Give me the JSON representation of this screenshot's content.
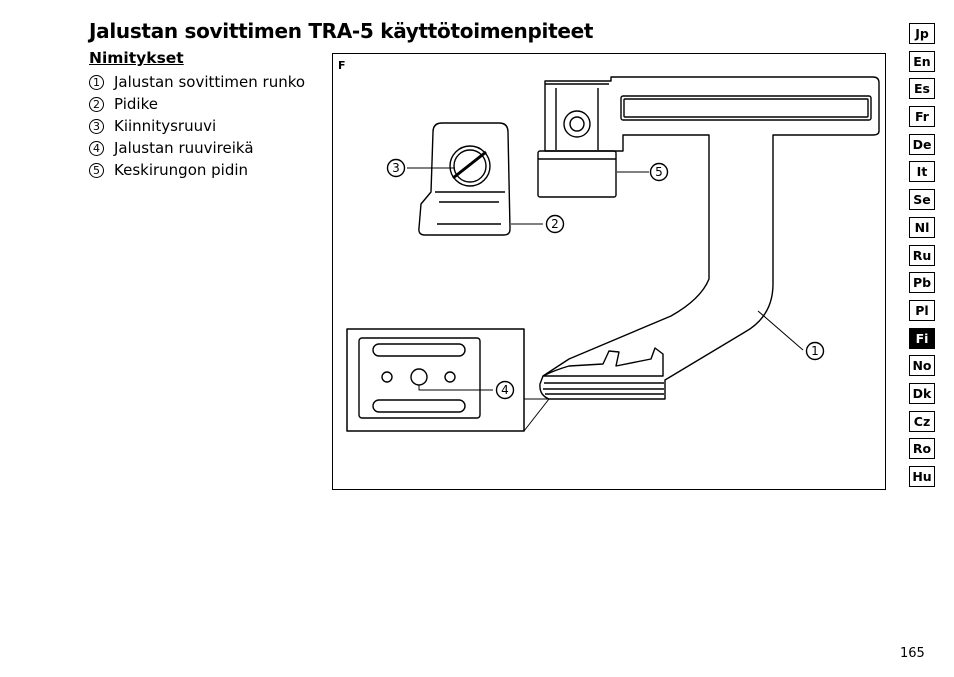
{
  "heading": "Jalustan sovittimen TRA-5 käyttötoimenpiteet",
  "section": "Nimitykset",
  "parts": [
    {
      "num": "1",
      "label": "Jalustan sovittimen runko"
    },
    {
      "num": "2",
      "label": "Pidike"
    },
    {
      "num": "3",
      "label": "Kiinnitysruuvi"
    },
    {
      "num": "4",
      "label": "Jalustan ruuvireikä"
    },
    {
      "num": "5",
      "label": "Keskirungon pidin"
    }
  ],
  "figure": {
    "label": "F",
    "callouts": [
      "1",
      "2",
      "3",
      "4",
      "5"
    ]
  },
  "languages": [
    "Jp",
    "En",
    "Es",
    "Fr",
    "De",
    "It",
    "Se",
    "Nl",
    "Ru",
    "Pb",
    "Pl",
    "Fi",
    "No",
    "Dk",
    "Cz",
    "Ro",
    "Hu"
  ],
  "active_language": "Fi",
  "page_number": "165"
}
